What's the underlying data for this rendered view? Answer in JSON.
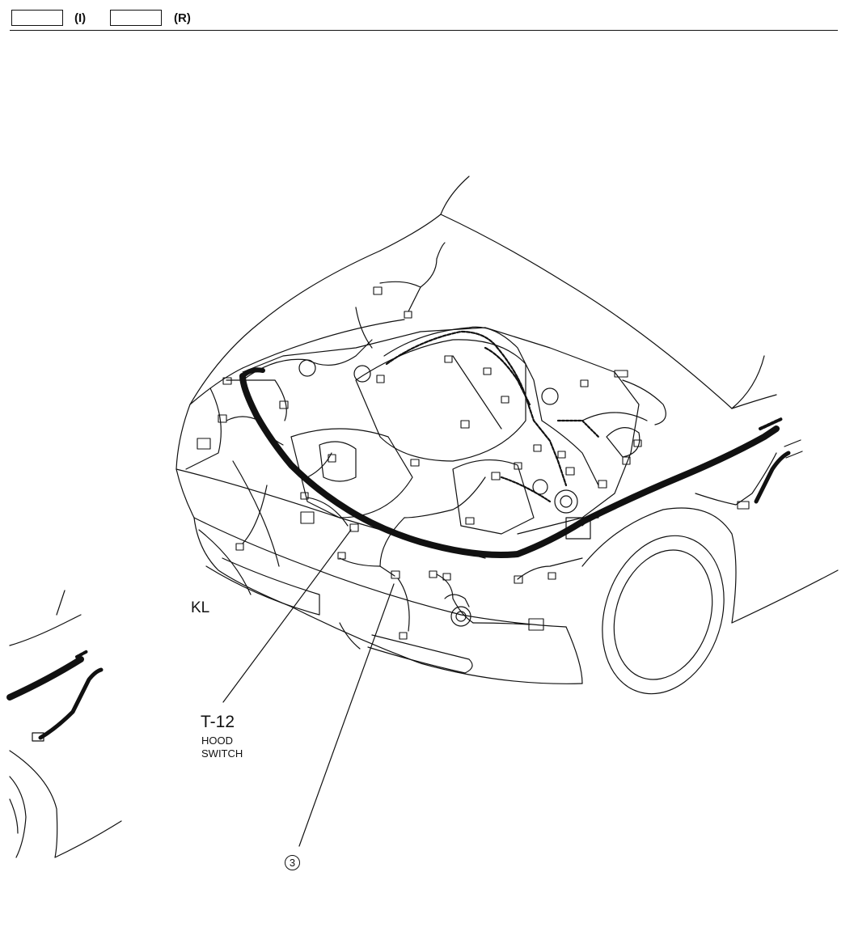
{
  "header": {
    "left_tag": "(I)",
    "right_tag": "(R)"
  },
  "labels": {
    "region": "KL",
    "connector_code": "T-12",
    "connector_name_line1": "HOOD",
    "connector_name_line2": "SWITCH",
    "callout_number": "3"
  }
}
